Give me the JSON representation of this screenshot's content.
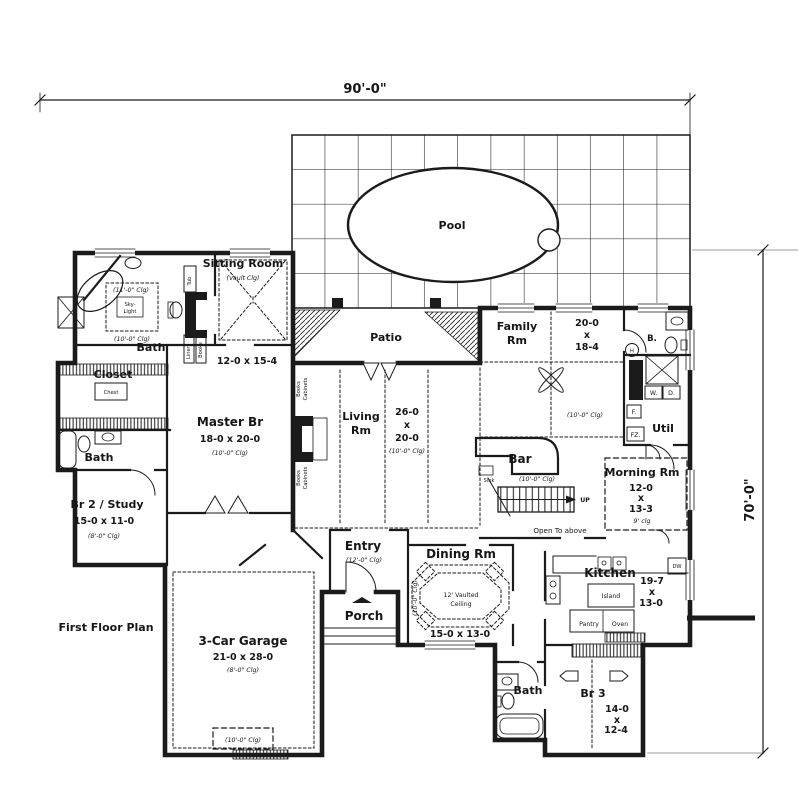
{
  "title": "First Floor Plan",
  "dimensions": {
    "width": "90'-0\"",
    "depth": "70'-0\""
  },
  "rooms": {
    "pool": {
      "name": "Pool"
    },
    "patio": {
      "name": "Patio"
    },
    "sitting_room": {
      "name": "Sitting Room",
      "ceiling": "(Vault Clg)",
      "size": "12-0 x 15-4"
    },
    "master_bath": {
      "name": "Bath",
      "ceiling_high": "(11'-0\" Clg)",
      "ceiling_low": "(10'-0\" Clg)",
      "skylight_l1": "Sky-",
      "skylight_l2": "Light"
    },
    "closet": {
      "name": "Closet",
      "chest": "Chest"
    },
    "bath_2": {
      "name": "Bath"
    },
    "br2_study": {
      "name": "Br 2 / Study",
      "size": "15-0 x 11-0",
      "ceiling": "(8'-0\" Clg)"
    },
    "master_br": {
      "name": "Master Br",
      "size": "18-0 x 20-0",
      "ceiling": "(10'-0\" Clg)"
    },
    "living_rm": {
      "name_l1": "Living",
      "name_l2": "Rm",
      "size_w": "26-0",
      "size_x": "x",
      "size_d": "20-0",
      "ceiling": "(10'-0\" Clg)"
    },
    "family_rm": {
      "name_l1": "Family",
      "name_l2": "Rm",
      "size_w": "20-0",
      "size_x": "x",
      "size_d": "18-4",
      "ceiling": "(10'-0\" Clg)"
    },
    "bar": {
      "name": "Bar",
      "ceiling": "(10'-0\" Clg)"
    },
    "morning_rm": {
      "name": "Morning Rm",
      "size_w": "12-0",
      "size_x": "x",
      "size_d": "13-3",
      "ceiling": "9' clg"
    },
    "kitchen": {
      "name": "Kitchen",
      "size_w": "19-7",
      "size_x": "x",
      "size_d": "13-0"
    },
    "dining_rm": {
      "name": "Dining Rm",
      "feature_l1": "12' Vaulted",
      "feature_l2": "Ceiling",
      "size": "15-0 x 13-0",
      "ceiling": "(10'-0\" Clg)"
    },
    "entry": {
      "name": "Entry",
      "ceiling": "(12'-0\" Clg)"
    },
    "porch": {
      "name": "Porch"
    },
    "garage": {
      "name": "3-Car Garage",
      "size": "21-0 x 28-0",
      "ceiling": "(8'-0\" Clg)",
      "ceiling_inner": "(10'-0\" Clg)"
    },
    "bath_3": {
      "name": "Bath"
    },
    "br3": {
      "name": "Br 3",
      "size_w": "14-0",
      "size_x": "x",
      "size_d": "12-4"
    },
    "util": {
      "name": "Util"
    }
  },
  "labels": {
    "up": "UP",
    "open_to_above": "Open To above",
    "sink": "Sink",
    "island": "Island",
    "pantry": "Pantry",
    "oven": "Oven",
    "dw": "DW",
    "bath_abbr": "B.",
    "washer": "W.",
    "dryer": "D.",
    "fridge": "F.",
    "freezer": "FZ.",
    "water_heater": "H",
    "tub": "Tub",
    "linen": "Linen",
    "books": "Books",
    "cabinets": "Cabinets"
  },
  "colors": {
    "ink": "#1b1b1b",
    "paper": "#ffffff",
    "light_line": "#9a9a9a"
  }
}
